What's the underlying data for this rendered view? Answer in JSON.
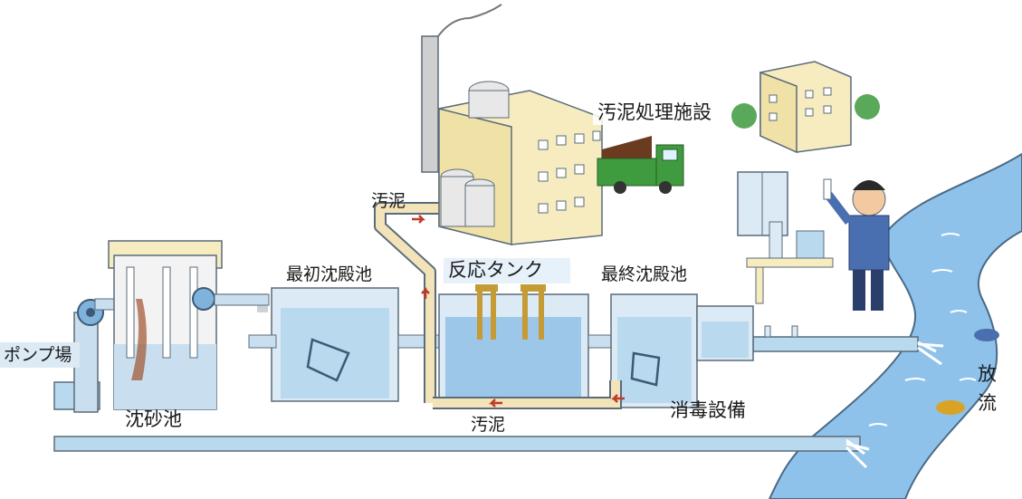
{
  "labels": {
    "sludge_facility": "汚泥処理施設",
    "sludge_top": "汚泥",
    "primary_tank": "最初沈殿池",
    "reaction_tank": "反応タンク",
    "final_tank": "最終沈殿池",
    "pump_station": "ポンプ場",
    "grit_chamber": "沈砂池",
    "sludge_bottom": "汚泥",
    "disinfection": "消毒設備",
    "discharge_1": "放",
    "discharge_2": "流"
  },
  "colors": {
    "water": "#b9d9ef",
    "water_dark": "#7fb3dc",
    "pipe": "#c9dff0",
    "pipe_outline": "#5a6b7a",
    "river": "#8fc2ea",
    "sludge_pipe": "#f3e3b8",
    "building": "#f7ecbf",
    "truck": "#3e9b3e",
    "arrow": "#c0392b"
  }
}
